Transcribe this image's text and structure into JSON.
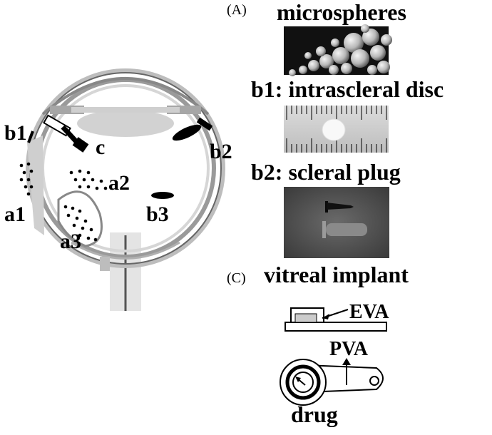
{
  "panel_labels": {
    "a": "(A)",
    "c": "(C)"
  },
  "eye_labels": {
    "a1": "a1",
    "a2": "a2",
    "a3": "a3",
    "b1": "b1",
    "b2": "b2",
    "b3": "b3",
    "c": "c"
  },
  "photo_titles": {
    "microspheres": "microspheres",
    "disc": "b1: intrascleral disc",
    "plug": "b2: scleral plug"
  },
  "implant": {
    "title": "vitreal implant",
    "eva": "EVA",
    "pva": "PVA",
    "drug": "drug"
  }
}
